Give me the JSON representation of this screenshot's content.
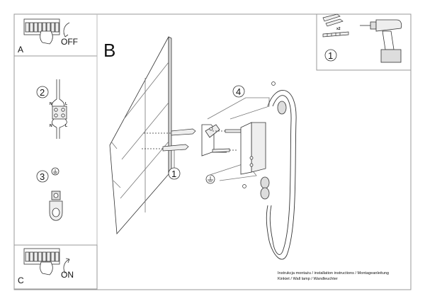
{
  "steps": {
    "a": {
      "letter": "A",
      "action": "OFF"
    },
    "b": {
      "letter": "B"
    },
    "c": {
      "letter": "C",
      "action": "ON"
    }
  },
  "callouts": {
    "one": "1",
    "two": "2",
    "three": "3",
    "four": "4"
  },
  "terminal": {
    "n": "N",
    "l": "L"
  },
  "quantity": "x2",
  "caption": {
    "line1": "Instrukcja montażu / installation instructions / Montageanleitung",
    "line2": "Kinkiet / Wall lamp / Wandleuchter"
  },
  "colors": {
    "stroke": "#333333",
    "fill_light": "#eeeeee",
    "fill_mid": "#cfcfcf"
  }
}
